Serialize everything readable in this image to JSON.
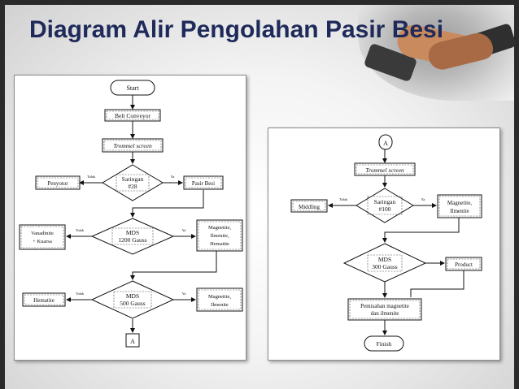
{
  "slide": {
    "title": "Diagram Alir Pengolahan Pasir Besi",
    "photo_icon": "handshake-photo"
  },
  "left_flow": {
    "start": "Start",
    "belt": "Belt Conveyor",
    "trommel": "Trommel screen",
    "saringan_line1": "Saringan",
    "saringan_line2": "#28",
    "reject1": "Penyotor",
    "accept1": "Pasir Besi",
    "mds1_line1": "MDS",
    "mds1_line2": "1200 Gauss",
    "reject2_line1": "Vanadinite",
    "reject2_line2": "+ Kuarsa",
    "accept2_line1": "Magnetite,",
    "accept2_line2": "Ilmenite,",
    "accept2_line3": "Hematite",
    "mds2_line1": "MDS",
    "mds2_line2": "500 Gauss",
    "reject3": "Hematite",
    "accept3_line1": "Magnetite,",
    "accept3_line2": "Ilmenite",
    "connector": "A",
    "no_label": "Tidak",
    "yes_label": "Ya"
  },
  "right_flow": {
    "connector": "A",
    "trommel": "Trommel screen",
    "saringan_line1": "Saringan",
    "saringan_line2": "#100",
    "reject1": "Middling",
    "accept1_line1": "Magnetite,",
    "accept1_line2": "Ilmenite",
    "mds_line1": "MDS",
    "mds_line2": "300 Gauss",
    "product": "Product",
    "separation_line1": "Pemisahan magnetite",
    "separation_line2": "dan ilmenite",
    "finish": "Finish",
    "no_label": "Tidak",
    "yes_label": "Ya"
  }
}
